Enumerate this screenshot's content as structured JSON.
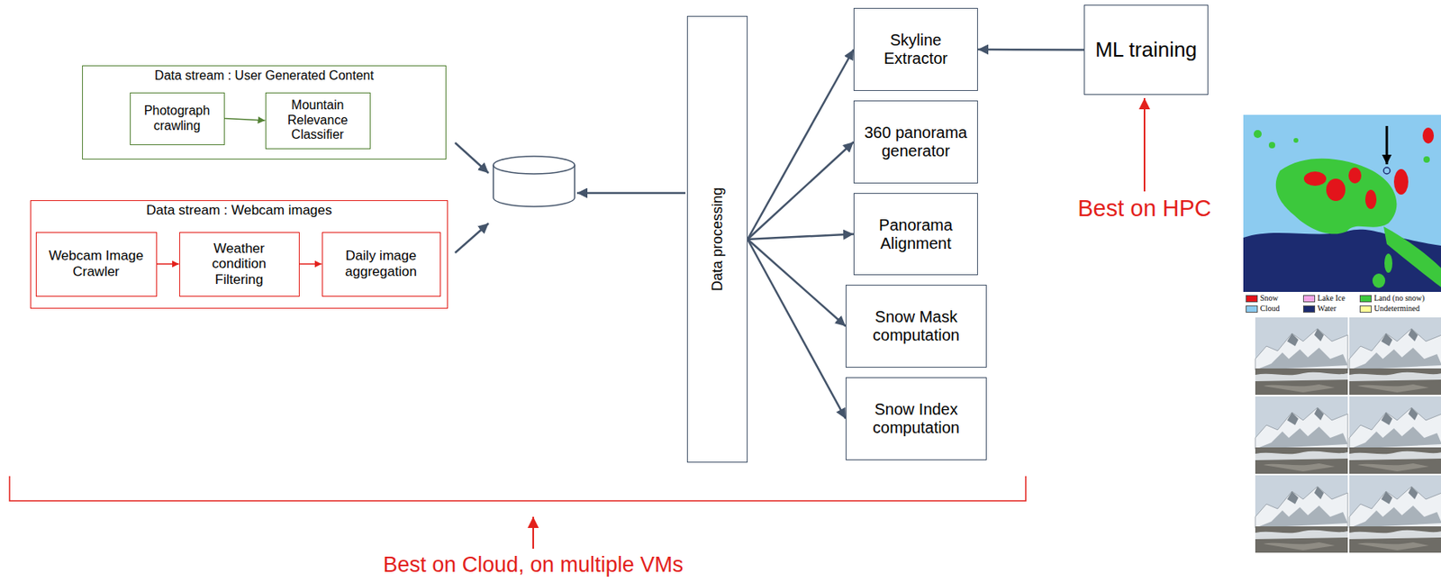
{
  "diagram": {
    "nodes": [
      {
        "text": [
          "Data stream : User Generated Content"
        ]
      },
      {
        "text": [
          "Photograph crawling"
        ],
        "in": 0
      },
      {
        "text": [
          "Mountain Relevance Classifier"
        ],
        "in": 0
      },
      {
        "text": [
          "Data stream : Webcam images"
        ]
      },
      {
        "text": [
          "Webcam Image Crawler"
        ],
        "in": 3
      },
      {
        "text": [
          "Weather condition Filtering"
        ],
        "in": 3
      },
      {
        "text": [
          "Daily image aggregation"
        ],
        "in": 3
      },
      {
        "text": [
          "Data processing"
        ]
      },
      {
        "text": [
          "Skyline Extractor"
        ]
      },
      {
        "text": [
          "360 panorama generator"
        ]
      },
      {
        "text": [
          "Panorama Alignment"
        ]
      },
      {
        "text": [
          "Snow Mask computation"
        ]
      },
      {
        "text": [
          "Snow Index computation"
        ]
      },
      {
        "text": [
          "ML training"
        ]
      }
    ],
    "edges": [
      {
        "from": 1,
        "to": 2,
        "arrow": "to"
      },
      {
        "from": 4,
        "to": 5,
        "arrow": "to"
      },
      {
        "from": 5,
        "to": 6,
        "arrow": "to"
      },
      {
        "from": 7,
        "to": 8,
        "arrow": "to"
      },
      {
        "from": 7,
        "to": 9,
        "arrow": "to"
      },
      {
        "from": 7,
        "to": 10,
        "arrow": "to"
      },
      {
        "from": 7,
        "to": 11,
        "arrow": "to"
      },
      {
        "from": 7,
        "to": 12,
        "arrow": "to"
      },
      {
        "from": 13,
        "to": 8,
        "arrow": "to"
      }
    ],
    "labels": [
      "Best on HPC",
      "Best on Cloud, on multiple VMs"
    ],
    "legend": [
      {
        "text": "Snow",
        "color": "#e3141b"
      },
      {
        "text": "Lake Ice",
        "color": "#f5a6e6"
      },
      {
        "text": "Land (no snow)",
        "color": "#3cc83c"
      },
      {
        "text": "Cloud",
        "color": "#8ccbf0"
      },
      {
        "text": "Water",
        "color": "#1c2b70"
      },
      {
        "text": "Undetermined",
        "color": "#ffff99"
      }
    ]
  }
}
